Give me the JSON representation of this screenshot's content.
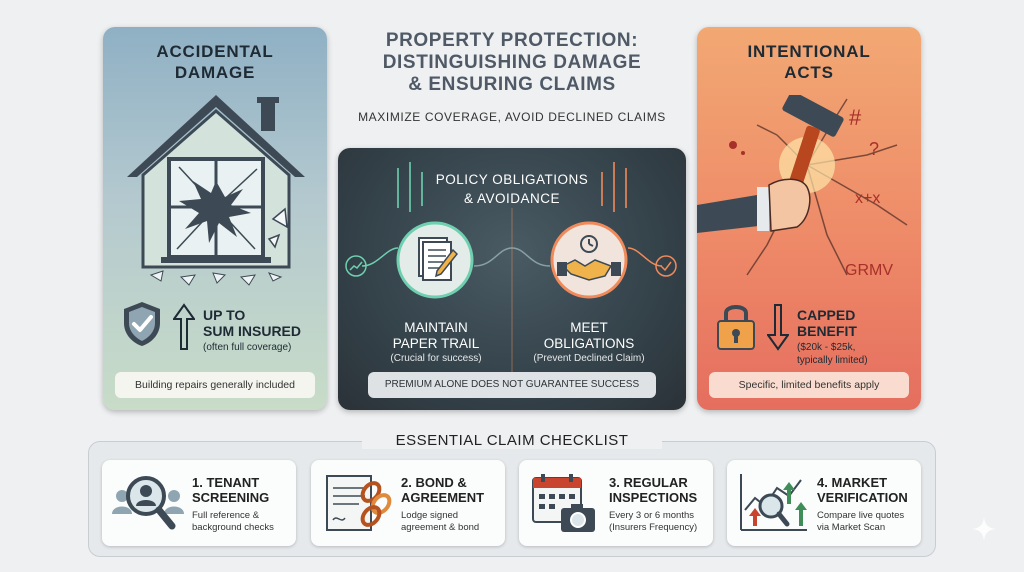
{
  "title": {
    "main": "Property Protection: Distinguishing Damage & Ensuring Claims",
    "line1": "Property Protection:",
    "line2": "Distinguishing Damage",
    "line3": "& Ensuring Claims",
    "subtitle": "Maximize Coverage, Avoid Declined Claims"
  },
  "accidental": {
    "title_line1": "Accidental",
    "title_line2": "Damage",
    "amount_line1": "Up to",
    "amount_line2": "Sum Insured",
    "note": "(often full coverage)",
    "pill": "Building repairs generally included"
  },
  "intentional": {
    "title_line1": "Intentional",
    "title_line2": "Acts",
    "amount_line1": "Capped",
    "amount_line2": "Benefit",
    "note_line1": "($20k - $25k,",
    "note_line2": "typically limited)",
    "pill": "Specific, limited benefits apply"
  },
  "policy": {
    "title_line1": "Policy Obligations",
    "title_line2": "& Avoidance",
    "left_label_line1": "Maintain",
    "left_label_line2": "Paper Trail",
    "left_note": "(Crucial for success)",
    "right_label_line1": "Meet",
    "right_label_line2": "Obligations",
    "right_note": "(Prevent Declined Claim)",
    "pill": "Premium alone does not guarantee success"
  },
  "checklist": {
    "title": "Essential Claim Checklist",
    "items": [
      {
        "title_line1": "1. Tenant",
        "title_line2": "Screening",
        "desc_line1": "Full reference &",
        "desc_line2": "background checks",
        "icon": "magnifier-person-icon"
      },
      {
        "title_line1": "2. Bond &",
        "title_line2": "Agreement",
        "desc_line1": "Lodge signed",
        "desc_line2": "agreement & bond",
        "icon": "document-chain-icon"
      },
      {
        "title_line1": "3. Regular",
        "title_line2": "Inspections",
        "desc_line1": "Every 3 or 6 months",
        "desc_line2": "(Insurers Frequency)",
        "icon": "calendar-camera-icon"
      },
      {
        "title_line1": "4. Market",
        "title_line2": "Verification",
        "desc_line1": "Compare live quotes",
        "desc_line2": "via Market Scan",
        "icon": "chart-magnifier-icon"
      }
    ]
  }
}
